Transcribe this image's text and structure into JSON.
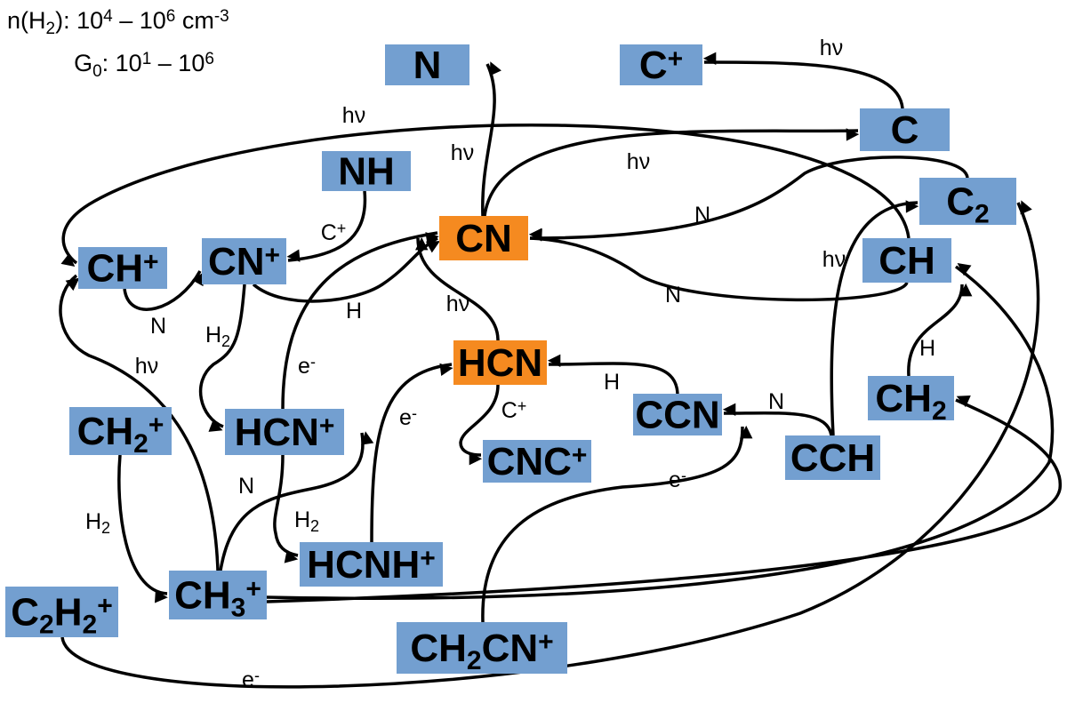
{
  "conditions": [
    [
      {
        "t": "n(H"
      },
      {
        "t": "2",
        "s": "sub"
      },
      {
        "t": "): 10"
      },
      {
        "t": "4",
        "s": "sup"
      },
      {
        "t": " – 10"
      },
      {
        "t": "6",
        "s": "sup"
      },
      {
        "t": " cm"
      },
      {
        "t": "-3",
        "s": "sup"
      }
    ],
    [
      {
        "t": "G"
      },
      {
        "t": "0",
        "s": "sub"
      },
      {
        "t": ": 10"
      },
      {
        "t": "1",
        "s": "sup"
      },
      {
        "t": " – 10"
      },
      {
        "t": "6",
        "s": "sup"
      }
    ]
  ],
  "colors": {
    "species": "#739fd0",
    "highlight": "#f58a20",
    "arrow": "#000000"
  },
  "nodes": [
    {
      "id": "N",
      "parts": [
        {
          "t": "N"
        }
      ],
      "color": "#739fd0"
    },
    {
      "id": "Cp",
      "parts": [
        {
          "t": "C"
        },
        {
          "t": "+",
          "s": "sup"
        }
      ],
      "color": "#739fd0"
    },
    {
      "id": "C",
      "parts": [
        {
          "t": "C"
        }
      ],
      "color": "#739fd0"
    },
    {
      "id": "NH",
      "parts": [
        {
          "t": "NH"
        }
      ],
      "color": "#739fd0"
    },
    {
      "id": "C2",
      "parts": [
        {
          "t": "C"
        },
        {
          "t": "2",
          "s": "sub"
        }
      ],
      "color": "#739fd0"
    },
    {
      "id": "CN",
      "parts": [
        {
          "t": "CN"
        }
      ],
      "color": "#f58a20"
    },
    {
      "id": "CHp",
      "parts": [
        {
          "t": "CH"
        },
        {
          "t": "+",
          "s": "sup"
        }
      ],
      "color": "#739fd0"
    },
    {
      "id": "CNp",
      "parts": [
        {
          "t": "CN"
        },
        {
          "t": "+",
          "s": "sup"
        }
      ],
      "color": "#739fd0"
    },
    {
      "id": "CH",
      "parts": [
        {
          "t": "CH"
        }
      ],
      "color": "#739fd0"
    },
    {
      "id": "HCN",
      "parts": [
        {
          "t": "HCN"
        }
      ],
      "color": "#f58a20"
    },
    {
      "id": "CH2",
      "parts": [
        {
          "t": "CH"
        },
        {
          "t": "2",
          "s": "sub"
        }
      ],
      "color": "#739fd0"
    },
    {
      "id": "CCN",
      "parts": [
        {
          "t": "CCN"
        }
      ],
      "color": "#739fd0"
    },
    {
      "id": "HCNp",
      "parts": [
        {
          "t": "HCN"
        },
        {
          "t": "+",
          "s": "sup"
        }
      ],
      "color": "#739fd0"
    },
    {
      "id": "CH2p",
      "parts": [
        {
          "t": "CH"
        },
        {
          "t": "2",
          "s": "sub"
        },
        {
          "t": "+",
          "s": "sup"
        }
      ],
      "color": "#739fd0"
    },
    {
      "id": "CNCp",
      "parts": [
        {
          "t": "CNC"
        },
        {
          "t": "+",
          "s": "sup"
        }
      ],
      "color": "#739fd0"
    },
    {
      "id": "CCH",
      "parts": [
        {
          "t": "CCH"
        }
      ],
      "color": "#739fd0"
    },
    {
      "id": "HCNHp",
      "parts": [
        {
          "t": "HCNH"
        },
        {
          "t": "+",
          "s": "sup"
        }
      ],
      "color": "#739fd0"
    },
    {
      "id": "CH3p",
      "parts": [
        {
          "t": "CH"
        },
        {
          "t": "3",
          "s": "sub"
        },
        {
          "t": "+",
          "s": "sup"
        }
      ],
      "color": "#739fd0"
    },
    {
      "id": "C2H2p",
      "parts": [
        {
          "t": "C"
        },
        {
          "t": "2",
          "s": "sub"
        },
        {
          "t": "H"
        },
        {
          "t": "2",
          "s": "sub"
        },
        {
          "t": "+",
          "s": "sup"
        }
      ],
      "color": "#739fd0"
    },
    {
      "id": "CH2CNp",
      "parts": [
        {
          "t": "CH"
        },
        {
          "t": "2",
          "s": "sub"
        },
        {
          "t": "CN"
        },
        {
          "t": "+",
          "s": "sup"
        }
      ],
      "color": "#739fd0"
    }
  ],
  "edges": [
    {
      "from": "CN",
      "to": "N",
      "label": [
        {
          "t": "hν"
        }
      ]
    },
    {
      "from": "C",
      "to": "Cp",
      "label": [
        {
          "t": "hν"
        }
      ]
    },
    {
      "from": "CN",
      "to": "C",
      "label": [
        {
          "t": "hν"
        }
      ]
    },
    {
      "from": "CH",
      "to": "CHp",
      "label": [
        {
          "t": "hν"
        }
      ]
    },
    {
      "from": "NH",
      "to": "CNp",
      "label": [
        {
          "t": "C"
        },
        {
          "t": "+",
          "s": "sup"
        }
      ]
    },
    {
      "from": "C2",
      "to": "CN",
      "label": [
        {
          "t": "N"
        }
      ]
    },
    {
      "from": "CH",
      "to": "CN",
      "label": [
        {
          "t": "N"
        }
      ]
    },
    {
      "from": "CHp",
      "to": "CNp",
      "label": [
        {
          "t": "N"
        }
      ]
    },
    {
      "from": "CNp",
      "to": "CN",
      "label": [
        {
          "t": "H"
        }
      ]
    },
    {
      "from": "CNp",
      "to": "HCNp",
      "label": [
        {
          "t": "H"
        },
        {
          "t": "2",
          "s": "sub"
        }
      ]
    },
    {
      "from": "HCN",
      "to": "CN",
      "label": [
        {
          "t": "hν"
        }
      ]
    },
    {
      "from": "CH3p",
      "to": "CHp",
      "label": [
        {
          "t": "hν"
        }
      ]
    },
    {
      "from": "CH2p",
      "to": "CH3p",
      "label": [
        {
          "t": "H"
        },
        {
          "t": "2",
          "s": "sub"
        }
      ]
    },
    {
      "from": "CH3p",
      "to": "HCNp",
      "label": [
        {
          "t": "N"
        }
      ]
    },
    {
      "from": "HCNp",
      "to": "CN",
      "label": [
        {
          "t": "e"
        },
        {
          "t": "-",
          "s": "sup"
        }
      ]
    },
    {
      "from": "HCNp",
      "to": "HCNHp",
      "label": [
        {
          "t": "H"
        },
        {
          "t": "2",
          "s": "sub"
        }
      ]
    },
    {
      "from": "HCNHp",
      "to": "HCN",
      "label": [
        {
          "t": "e"
        },
        {
          "t": "-",
          "s": "sup"
        }
      ]
    },
    {
      "from": "HCN",
      "to": "CNCp",
      "label": [
        {
          "t": "C"
        },
        {
          "t": "+",
          "s": "sup"
        }
      ]
    },
    {
      "from": "CCN",
      "to": "HCN",
      "label": [
        {
          "t": "H"
        }
      ]
    },
    {
      "from": "CCH",
      "to": "CCN",
      "label": [
        {
          "t": "N"
        }
      ]
    },
    {
      "from": "CCH",
      "to": "C2",
      "label": [
        {
          "t": "hν"
        }
      ]
    },
    {
      "from": "CH2",
      "to": "CH",
      "label": [
        {
          "t": "H"
        }
      ]
    },
    {
      "from": "CH3p",
      "to": "CH",
      "label": [
        {
          "t": "e"
        },
        {
          "t": "-",
          "s": "sup"
        }
      ]
    },
    {
      "from": "CH3p",
      "to": "CH2",
      "label": []
    },
    {
      "from": "CH2CNp",
      "to": "CCN",
      "label": [
        {
          "t": "e"
        },
        {
          "t": "-",
          "s": "sup"
        }
      ]
    },
    {
      "from": "C2H2p",
      "to": "C2",
      "label": [
        {
          "t": "e"
        },
        {
          "t": "-",
          "s": "sup"
        }
      ]
    }
  ]
}
